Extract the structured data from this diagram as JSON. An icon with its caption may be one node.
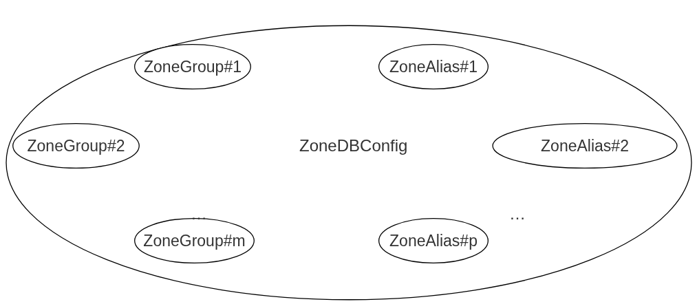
{
  "diagram": {
    "nodes": [
      {
        "text": [
          "ZoneDBConfig"
        ]
      },
      {
        "text": [
          "ZoneGroup#1"
        ],
        "in": 0
      },
      {
        "text": [
          "ZoneAlias#1"
        ],
        "in": 0
      },
      {
        "text": [
          "ZoneGroup#2"
        ],
        "in": 0
      },
      {
        "text": [
          "ZoneAlias#2"
        ],
        "in": 0
      },
      {
        "text": [
          "ZoneGroup#m"
        ],
        "in": 0
      },
      {
        "text": [
          "ZoneAlias#p"
        ],
        "in": 0
      }
    ],
    "labels": [
      "…",
      "…"
    ]
  }
}
